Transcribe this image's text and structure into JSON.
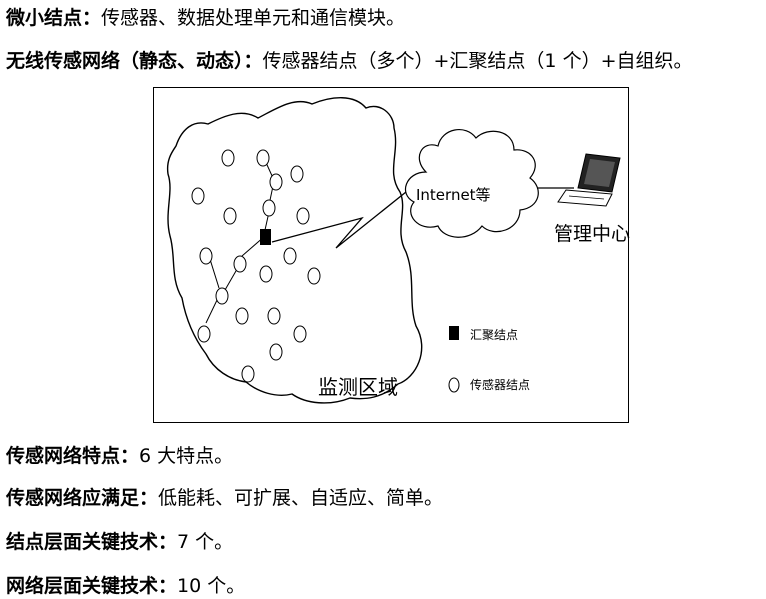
{
  "lines": [
    {
      "label": "微小结点：",
      "text": "传感器、数据处理单元和通信模块。"
    },
    {
      "label": "无线传感网络（静态、动态）：",
      "text": "传感器结点（多个）+汇聚结点（1 个）+自组织。"
    },
    {
      "label": "传感网络特点：",
      "text": "6 大特点。"
    },
    {
      "label": "传感网络应满足：",
      "text": "低能耗、可扩展、自适应、简单。"
    },
    {
      "label": "结点层面关键技术：",
      "text": "7 个。"
    },
    {
      "label": "网络层面关键技术：",
      "text": "10 个。"
    }
  ],
  "figure": {
    "cloud_label": "Internet等",
    "center_label": "管理中心",
    "region_label": "监测区域",
    "legend": {
      "sink": "汇聚结点",
      "sensor": "传感器结点"
    },
    "icons": [
      "sink-node-icon",
      "sensor-node-icon",
      "laptop-icon",
      "cloud-icon",
      "wireless-link-icon"
    ]
  }
}
